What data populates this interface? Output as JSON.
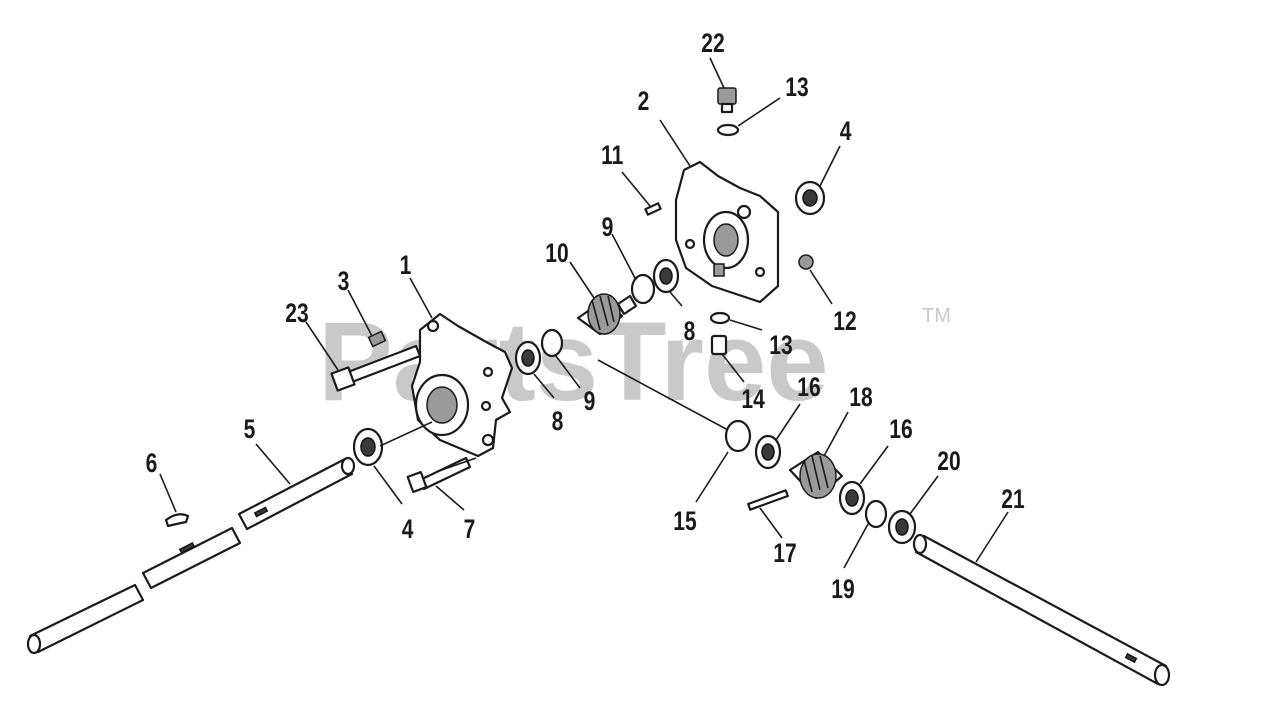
{
  "watermark": {
    "text": "PartsTree",
    "mark": "TM"
  },
  "callouts": [
    "22",
    "13",
    "2",
    "11",
    "4",
    "9",
    "10",
    "1",
    "3",
    "23",
    "8",
    "12",
    "13",
    "9",
    "8",
    "14",
    "16",
    "18",
    "16",
    "20",
    "5",
    "6",
    "15",
    "4",
    "7",
    "17",
    "19",
    "21"
  ]
}
